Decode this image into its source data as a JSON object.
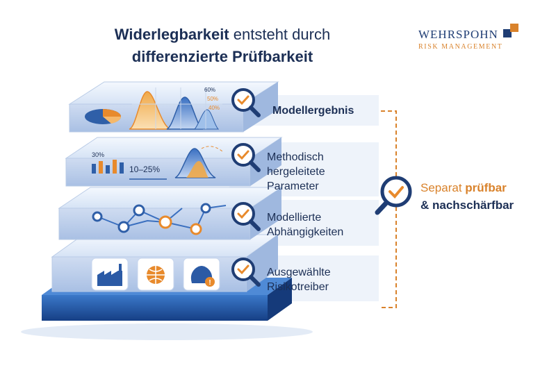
{
  "title": {
    "bold1": "Widerlegbarkeit",
    "rest1": "entsteht durch",
    "line2": "differenzierte Prüfbarkeit"
  },
  "logo": {
    "name": "WEHRSPOHN",
    "sub": "RISK MANAGEMENT",
    "colors": {
      "orange": "#d9822b",
      "blue": "#1f3d74"
    }
  },
  "layers": [
    {
      "label": "Modellergebnis",
      "icon": "magnifier-check-icon"
    },
    {
      "label_lines": [
        "Methodisch",
        "hergeleitete",
        "Parameter"
      ],
      "icon": "magnifier-check-icon"
    },
    {
      "label_lines": [
        "Modellierte",
        "Abhängigkeiten"
      ],
      "icon": "magnifier-check-icon"
    },
    {
      "label_lines": [
        "Ausgewählte",
        "Risikotreiber"
      ],
      "icon": "magnifier-check-icon"
    }
  ],
  "chart_labels": {
    "p60": "60%",
    "p50": "50%",
    "p40": "40%",
    "p30": "30%",
    "range": "10–25%"
  },
  "summary": {
    "prefix": "Separat",
    "highlight": "prüfbar",
    "line2": "& nachschärfbar"
  },
  "colors": {
    "accent": "#d9822b",
    "navy": "#1c2f55",
    "blue": "#2f5fa8",
    "base": "#1f4f9c"
  }
}
